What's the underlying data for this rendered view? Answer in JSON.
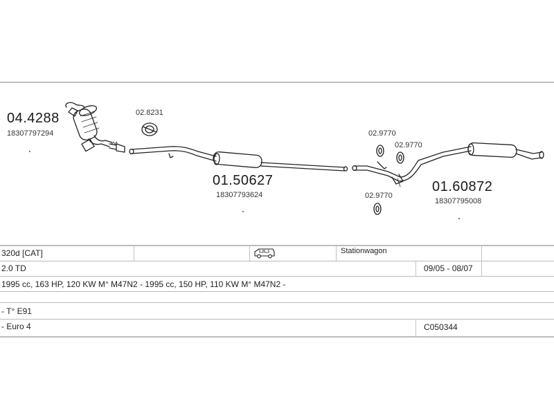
{
  "parts": [
    {
      "number": "04.4288",
      "oem": "18307797294"
    },
    {
      "number": "02.8231"
    },
    {
      "number": "01.50627",
      "oem": "18307793624"
    },
    {
      "number": "02.9770"
    },
    {
      "number": "02.9770"
    },
    {
      "number": "02.9770"
    },
    {
      "number": "01.60872",
      "oem": "18307795008"
    }
  ],
  "table": {
    "row1": {
      "model": "320d  [CAT]",
      "body": "Stationwagon"
    },
    "row2": {
      "engine": "2.0 TD",
      "years": "09/05 - 08/07"
    },
    "row3": {
      "specs": "1995 cc, 163 HP, 120 KW M° M47N2 - 1995 cc, 150 HP, 110 KW M° M47N2 -"
    },
    "row4": {
      "type": "- T° E91"
    },
    "row5": {
      "emission": "- Euro 4",
      "code": "C050344"
    }
  }
}
